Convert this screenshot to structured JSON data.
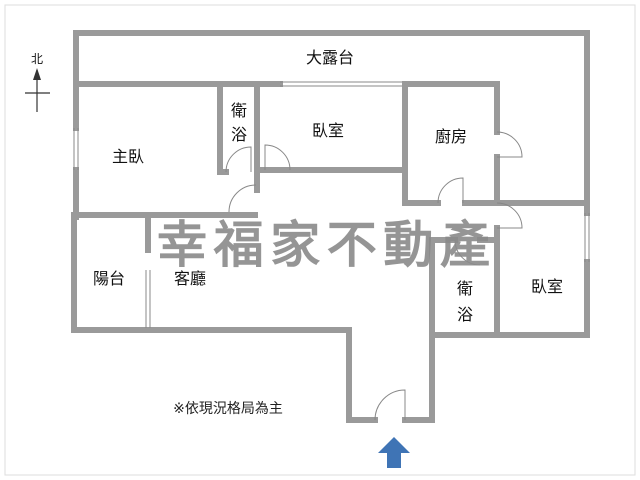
{
  "compass": {
    "label": "北"
  },
  "rooms": {
    "terrace": "大露台",
    "master_bedroom": "主臥",
    "bath_1": "衛\n浴",
    "bath_1_top": "衛",
    "bath_1_bottom": "浴",
    "bedroom_1": "臥室",
    "kitchen": "廚房",
    "balcony": "陽台",
    "living_room": "客廳",
    "bath_2_top": "衛",
    "bath_2_bottom": "浴",
    "bedroom_2": "臥室"
  },
  "watermark": "幸福家不動產",
  "note": "※依現況格局為主",
  "colors": {
    "wall": "#9a9a9a",
    "entry_arrow": "#3f74b5",
    "watermark": "#8a8a8a"
  }
}
